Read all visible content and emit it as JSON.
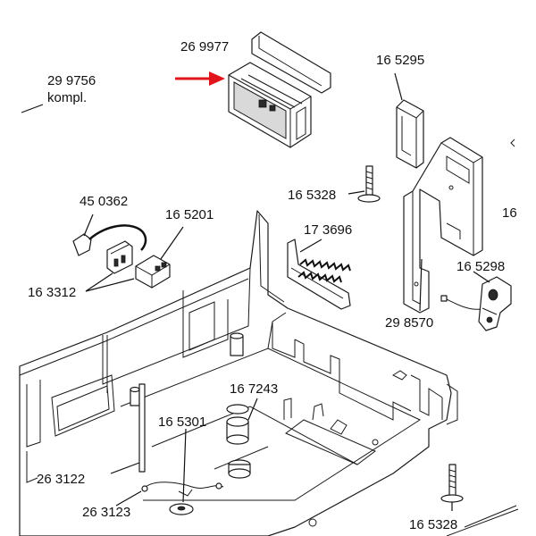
{
  "labels": {
    "main_assembly": "29 9756",
    "main_assembly_note": "kompl.",
    "control_module": "26 9977",
    "bracket_top": "16 5295",
    "screw_top": "16 5328",
    "cable_harness": "45 0362",
    "connector": "16 5201",
    "spring": "17 3696",
    "partial_edge": "16",
    "plug_pair": "16 3312",
    "mounting_plate": "29 8570",
    "sensor": "16 5298",
    "bushing_stack": "16 7243",
    "washer": "16 5301",
    "rod": "26 3122",
    "wire_clip": "26 3123",
    "screw_bottom": "16 5328"
  },
  "colors": {
    "arrow": "#e0141a",
    "line": "#111111"
  },
  "icons": {
    "pointer": "red-arrow-icon"
  }
}
